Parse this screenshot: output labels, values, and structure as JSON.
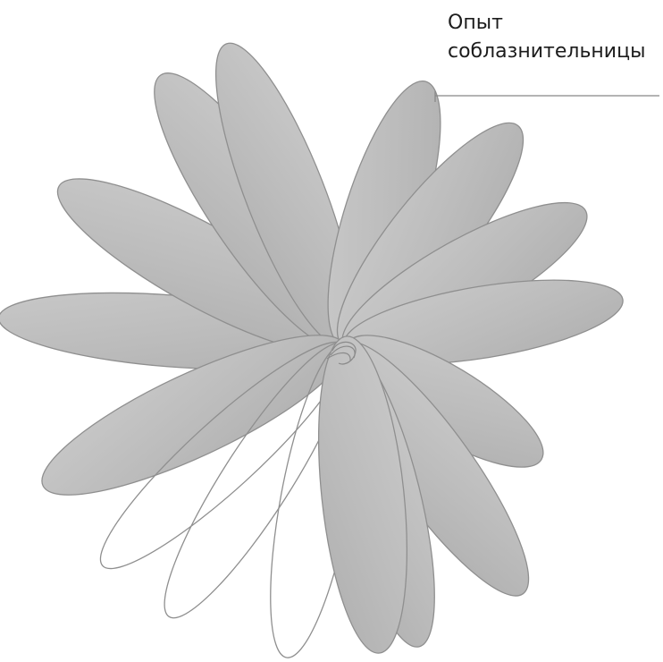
{
  "callout": {
    "line1": "Опыт",
    "line2": "соблазнительницы"
  },
  "diagram": {
    "total_petals": 16,
    "filled_petals": 13,
    "outline_petals": 3,
    "colors": {
      "petal_fill": "#bdbdbd",
      "petal_fill_light": "#cacaca",
      "petal_fill_dark": "#b1b1b1",
      "petal_stroke": "#8f8f8f",
      "callout_line": "#888888",
      "text": "#1c1c1c"
    }
  }
}
